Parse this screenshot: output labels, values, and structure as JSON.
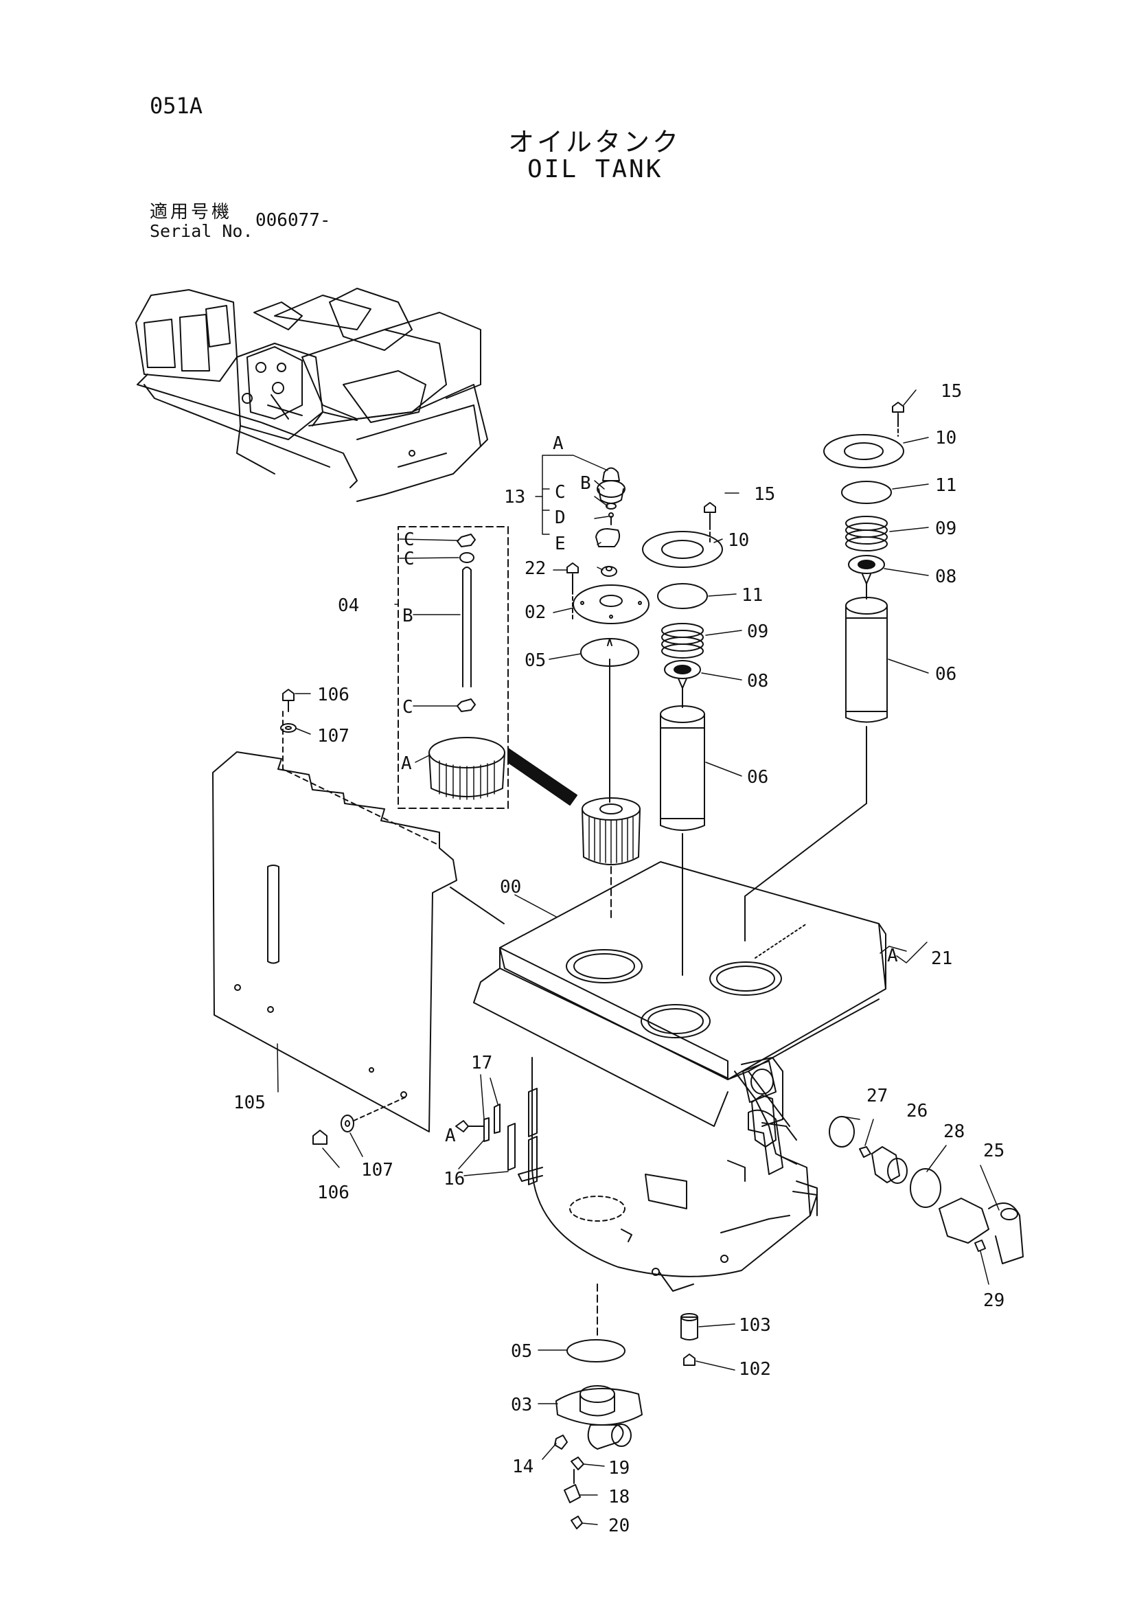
{
  "header": {
    "page_code": "051A",
    "title_ja": "オイルタンク",
    "title_en": "OIL TANK",
    "serial_label_ja": "適用号機",
    "serial_label_en": "Serial No.",
    "serial_value": "006077-"
  },
  "callouts": {
    "c00": "00",
    "c02": "02",
    "c03": "03",
    "c04": "04",
    "c05a": "05",
    "c05b": "05",
    "c06a": "06",
    "c06b": "06",
    "c08a": "08",
    "c08b": "08",
    "c09a": "09",
    "c09b": "09",
    "c10a": "10",
    "c10b": "10",
    "c11a": "11",
    "c11b": "11",
    "c13": "13",
    "c14": "14",
    "c15a": "15",
    "c15b": "15",
    "c16": "16",
    "c17": "17",
    "c18": "18",
    "c19": "19",
    "c20": "20",
    "c21": "21",
    "c22": "22",
    "c25": "25",
    "c26": "26",
    "c27": "27",
    "c28": "28",
    "c29": "29",
    "c102": "102",
    "c103": "103",
    "c105": "105",
    "c106a": "106",
    "c106b": "106",
    "c107a": "107",
    "c107b": "107"
  },
  "sub_labels": {
    "a13": "A",
    "b13": "B",
    "c13": "C",
    "d13": "D",
    "e13": "E",
    "c04a": "C",
    "c04b": "C",
    "b04": "B",
    "c04c": "C",
    "a04": "A",
    "a21": "A",
    "a16": "A"
  }
}
